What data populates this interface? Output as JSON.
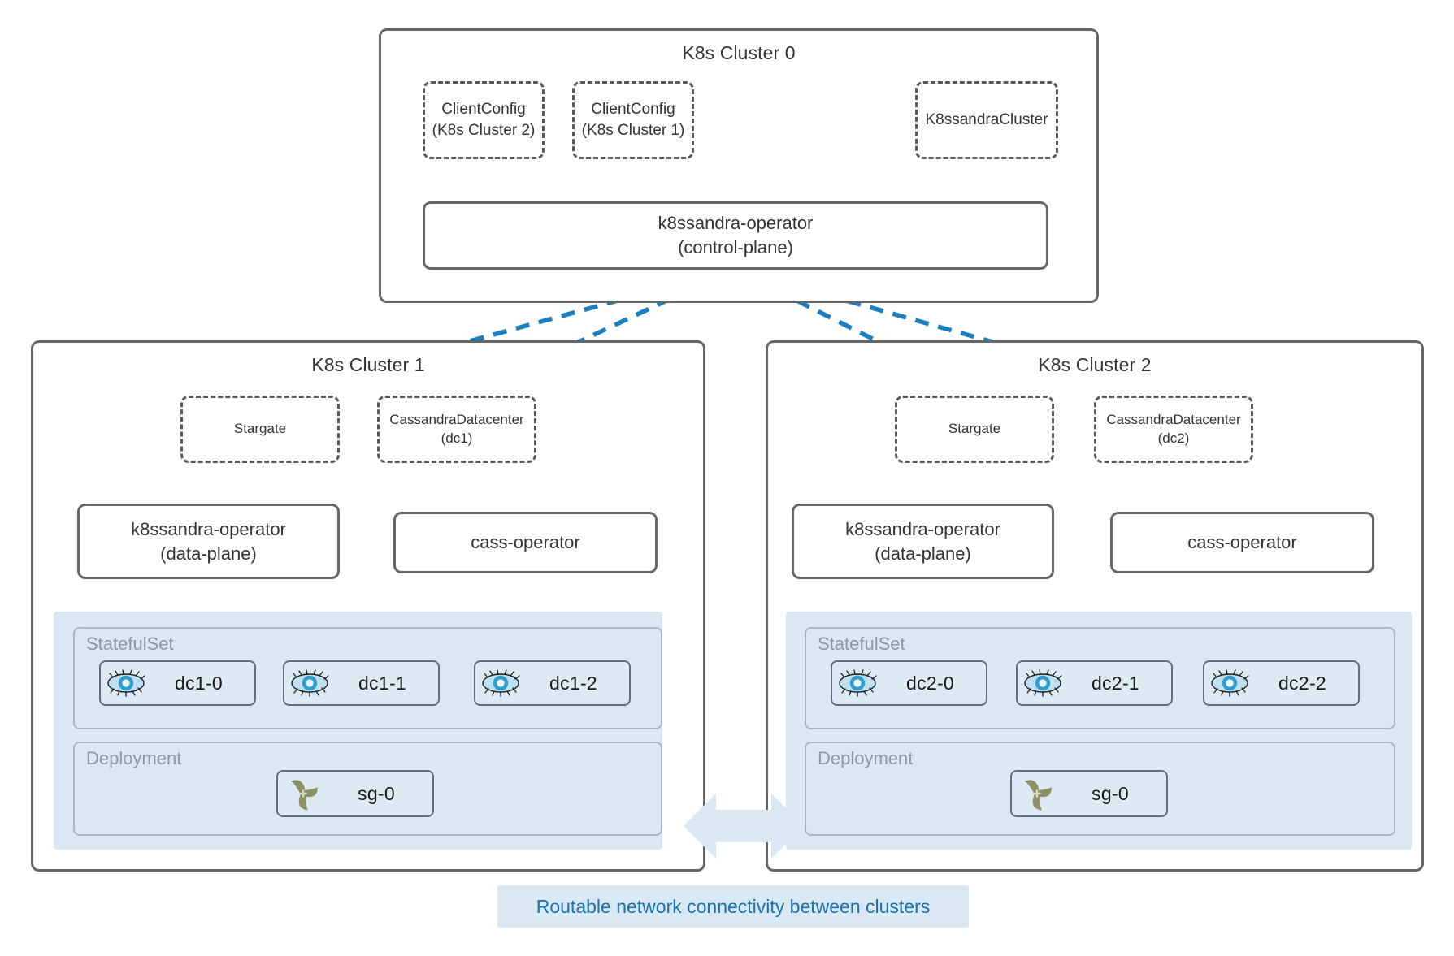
{
  "colors": {
    "accent_blue": "#1b7fc0",
    "panel_blue": "#d9e8f2",
    "caption_text": "#1a73b0",
    "border_gray": "#666666",
    "dashed_gray": "#595959",
    "group_label_gray": "#8c9aa3",
    "stargate_olive": "#8d8f64",
    "cassandra_eye_blue": "#2f9fd0"
  },
  "caption": {
    "text": "Routable network connectivity between clusters"
  },
  "control_cluster": {
    "title": "K8s Cluster 0",
    "crds": [
      {
        "name": "clientconfig-cluster2",
        "line1": "ClientConfig",
        "line2": "(K8s Cluster 2)"
      },
      {
        "name": "clientconfig-cluster1",
        "line1": "ClientConfig",
        "line2": "(K8s Cluster 1)"
      },
      {
        "name": "k8ssandracluster",
        "line1": "K8ssandraCluster",
        "line2": ""
      }
    ],
    "operator": {
      "line1": "k8ssandra-operator",
      "line2": "(control-plane)"
    }
  },
  "data_clusters": [
    {
      "title": "K8s Cluster 1",
      "crds": [
        {
          "name": "stargate",
          "line1": "Stargate",
          "line2": ""
        },
        {
          "name": "cassandradatacenter",
          "line1": "CassandraDatacenter",
          "line2": "(dc1)"
        }
      ],
      "operators": [
        {
          "name": "k8ssandra-operator-data-plane",
          "line1": "k8ssandra-operator",
          "line2": "(data-plane)"
        },
        {
          "name": "cass-operator",
          "line1": "cass-operator",
          "line2": ""
        }
      ],
      "statefulset": {
        "label": "StatefulSet",
        "pods": [
          {
            "icon": "cassandra-eye-icon",
            "label": "dc1-0"
          },
          {
            "icon": "cassandra-eye-icon",
            "label": "dc1-1"
          },
          {
            "icon": "cassandra-eye-icon",
            "label": "dc1-2"
          }
        ]
      },
      "deployment": {
        "label": "Deployment",
        "pods": [
          {
            "icon": "stargate-pinwheel-icon",
            "label": "sg-0"
          }
        ]
      }
    },
    {
      "title": "K8s Cluster 2",
      "crds": [
        {
          "name": "stargate",
          "line1": "Stargate",
          "line2": ""
        },
        {
          "name": "cassandradatacenter",
          "line1": "CassandraDatacenter",
          "line2": "(dc2)"
        }
      ],
      "operators": [
        {
          "name": "k8ssandra-operator-data-plane",
          "line1": "k8ssandra-operator",
          "line2": "(data-plane)"
        },
        {
          "name": "cass-operator",
          "line1": "cass-operator",
          "line2": ""
        }
      ],
      "statefulset": {
        "label": "StatefulSet",
        "pods": [
          {
            "icon": "cassandra-eye-icon",
            "label": "dc2-0"
          },
          {
            "icon": "cassandra-eye-icon",
            "label": "dc2-1"
          },
          {
            "icon": "cassandra-eye-icon",
            "label": "dc2-2"
          }
        ]
      },
      "deployment": {
        "label": "Deployment",
        "pods": [
          {
            "icon": "stargate-pinwheel-icon",
            "label": "sg-0"
          }
        ]
      }
    }
  ]
}
